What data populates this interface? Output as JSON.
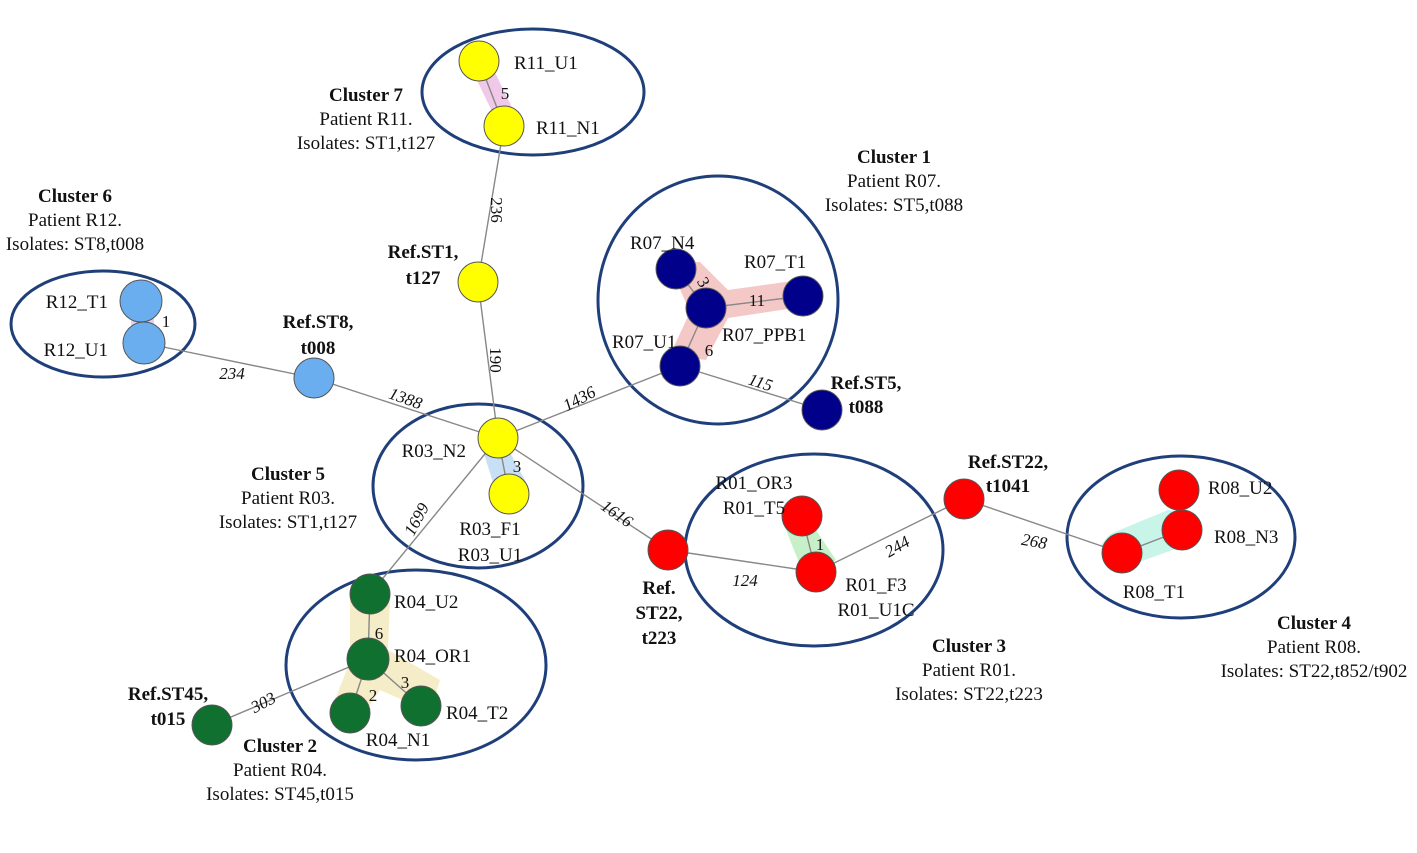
{
  "colors": {
    "yellow": "#ffff00",
    "blue_light": "#6aaef0",
    "navy": "#00008b",
    "red": "#ff0000",
    "green": "#107030",
    "cluster_outline": "#1f3f7a",
    "hl_pink": "#f0c8e8",
    "hl_purple": "#ddd0f0",
    "hl_red": "#f5c8c8",
    "hl_blue": "#c8e0f5",
    "hl_green": "#c8f0c8",
    "hl_teal": "#c8f5e8",
    "hl_tan": "#f5ecc8"
  },
  "clusters": [
    {
      "id": "c7",
      "title": "Cluster 7",
      "line1": "Patient R11.",
      "line2": "Isolates: ST1,t127"
    },
    {
      "id": "c1",
      "title": "Cluster 1",
      "line1": "Patient R07.",
      "line2": "Isolates: ST5,t088"
    },
    {
      "id": "c6",
      "title": "Cluster 6",
      "line1": "Patient R12.",
      "line2": "Isolates: ST8,t008"
    },
    {
      "id": "c5",
      "title": "Cluster 5",
      "line1": "Patient R03.",
      "line2": "Isolates: ST1,t127"
    },
    {
      "id": "c3",
      "title": "Cluster 3",
      "line1": "Patient R01.",
      "line2": "Isolates: ST22,t223"
    },
    {
      "id": "c4",
      "title": "Cluster 4",
      "line1": "Patient R08.",
      "line2": "Isolates: ST22,t852/t902"
    },
    {
      "id": "c2",
      "title": "Cluster 2",
      "line1": "Patient R04.",
      "line2": "Isolates: ST45,t015"
    }
  ],
  "nodes": [
    {
      "id": "R11_U1",
      "label": "R11_U1",
      "color": "yellow"
    },
    {
      "id": "R11_N1",
      "label": "R11_N1",
      "color": "yellow"
    },
    {
      "id": "RefST1",
      "label": [
        "Ref.ST1,",
        "t127"
      ],
      "color": "yellow",
      "ref": true
    },
    {
      "id": "R03_N2",
      "label": "R03_N2",
      "color": "yellow"
    },
    {
      "id": "R03_F1",
      "label": [
        "R03_F1",
        "R03_U1"
      ],
      "color": "yellow"
    },
    {
      "id": "R12_T1",
      "label": "R12_T1",
      "color": "blue_light"
    },
    {
      "id": "R12_U1",
      "label": "R12_U1",
      "color": "blue_light"
    },
    {
      "id": "RefST8",
      "label": [
        "Ref.ST8,",
        "t008"
      ],
      "color": "blue_light",
      "ref": true
    },
    {
      "id": "R07_N4",
      "label": "R07_N4",
      "color": "navy"
    },
    {
      "id": "R07_T1",
      "label": "R07_T1",
      "color": "navy"
    },
    {
      "id": "R07_PPB1",
      "label": "R07_PPB1",
      "color": "navy"
    },
    {
      "id": "R07_U1",
      "label": "R07_U1",
      "color": "navy"
    },
    {
      "id": "RefST5",
      "label": [
        "Ref.ST5,",
        "t088"
      ],
      "color": "navy",
      "ref": true
    },
    {
      "id": "RefST22_223",
      "label": [
        "Ref.",
        "ST22,",
        "t223"
      ],
      "color": "red",
      "ref": true
    },
    {
      "id": "R01_OR3",
      "label": [
        "R01_OR3",
        "R01_T5"
      ],
      "color": "red"
    },
    {
      "id": "R01_F3",
      "label": [
        "R01_F3",
        "R01_U1C"
      ],
      "color": "red"
    },
    {
      "id": "RefST22_1041",
      "label": [
        "Ref.ST22,",
        "t1041"
      ],
      "color": "red",
      "ref": true
    },
    {
      "id": "R08_U2",
      "label": "R08_U2",
      "color": "red"
    },
    {
      "id": "R08_N3",
      "label": "R08_N3",
      "color": "red"
    },
    {
      "id": "R08_T1",
      "label": "R08_T1",
      "color": "red"
    },
    {
      "id": "R04_U2",
      "label": "R04_U2",
      "color": "green"
    },
    {
      "id": "R04_OR1",
      "label": "R04_OR1",
      "color": "green"
    },
    {
      "id": "R04_N1",
      "label": "R04_N1",
      "color": "green"
    },
    {
      "id": "R04_T2",
      "label": "R04_T2",
      "color": "green"
    },
    {
      "id": "RefST45",
      "label": [
        "Ref.ST45,",
        "t015"
      ],
      "color": "green",
      "ref": true
    }
  ],
  "edges": [
    {
      "from": "R11_U1",
      "to": "R11_N1",
      "weight": "5"
    },
    {
      "from": "R11_N1",
      "to": "RefST1",
      "weight": "236"
    },
    {
      "from": "RefST1",
      "to": "R03_N2",
      "weight": "190"
    },
    {
      "from": "R03_N2",
      "to": "R03_F1",
      "weight": "3"
    },
    {
      "from": "R12_T1",
      "to": "R12_U1",
      "weight": "1"
    },
    {
      "from": "R12_U1",
      "to": "RefST8",
      "weight": "234"
    },
    {
      "from": "RefST8",
      "to": "R03_N2",
      "weight": "1388"
    },
    {
      "from": "R03_N2",
      "to": "R07_U1",
      "weight": "1436"
    },
    {
      "from": "R07_N4",
      "to": "R07_PPB1",
      "weight": "3"
    },
    {
      "from": "R07_PPB1",
      "to": "R07_T1",
      "weight": "11"
    },
    {
      "from": "R07_PPB1",
      "to": "R07_U1",
      "weight": "6"
    },
    {
      "from": "R07_U1",
      "to": "RefST5",
      "weight": "115"
    },
    {
      "from": "R03_N2",
      "to": "R04_U2",
      "weight": "1699"
    },
    {
      "from": "R03_N2",
      "to": "RefST22_223",
      "weight": "1616"
    },
    {
      "from": "RefST22_223",
      "to": "R01_F3",
      "weight": "124"
    },
    {
      "from": "R01_OR3",
      "to": "R01_F3",
      "weight": "1"
    },
    {
      "from": "R01_F3",
      "to": "RefST22_1041",
      "weight": "244"
    },
    {
      "from": "RefST22_1041",
      "to": "R08_T1",
      "weight": "268"
    },
    {
      "from": "R08_U2",
      "to": "R08_N3",
      "weight": ""
    },
    {
      "from": "R08_N3",
      "to": "R08_T1",
      "weight": ""
    },
    {
      "from": "R04_U2",
      "to": "R04_OR1",
      "weight": "6"
    },
    {
      "from": "R04_OR1",
      "to": "R04_N1",
      "weight": "2"
    },
    {
      "from": "R04_OR1",
      "to": "R04_T2",
      "weight": "3"
    },
    {
      "from": "R04_OR1",
      "to": "RefST45",
      "weight": "303"
    }
  ]
}
